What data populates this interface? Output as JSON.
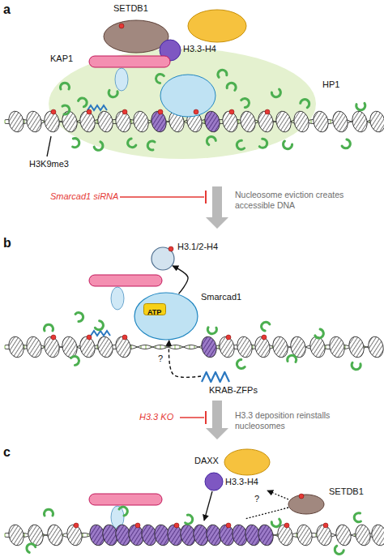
{
  "diagram": {
    "nodes": [
      {
        "text": [
          "H3.1/2-H4"
        ]
      },
      {
        "text": [
          "Smarcad1"
        ]
      },
      {
        "text": [
          "ATP"
        ],
        "in": 1
      },
      {
        "text": [
          "KRAB-ZFPs"
        ]
      }
    ],
    "edges": [
      {
        "from": 1,
        "to": 0,
        "arrow": "to"
      },
      {
        "from": 3,
        "to": 1,
        "arrow": "to",
        "label": "?"
      }
    ],
    "labels": [
      "a",
      "SETDB1",
      "H3.3-H4",
      "KAP1",
      "HP1",
      "H3K9me3",
      "Smarcad1 siRNA",
      "Nucleosome eviction creates accessible DNA",
      "b",
      "H3.3 KO",
      "H3.3 deposition reinstalls nucleosomes",
      "c",
      "DAXX",
      "H3.3-H4",
      "?",
      "SETDB1"
    ]
  }
}
